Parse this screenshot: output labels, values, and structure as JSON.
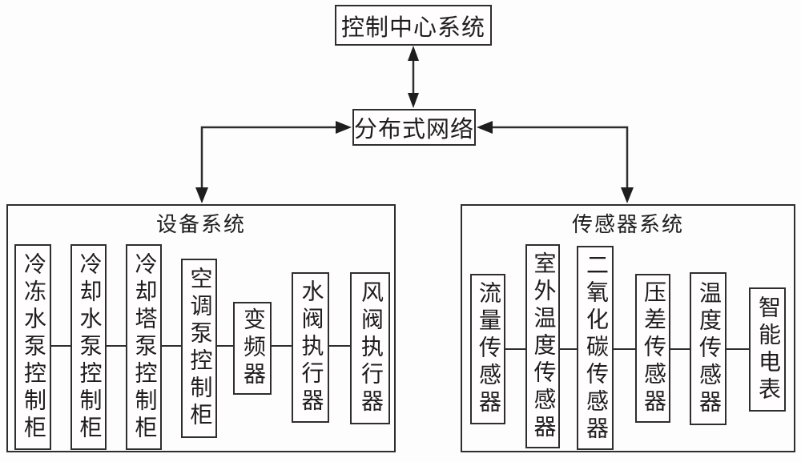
{
  "diagram": {
    "nodes": {
      "control_center": {
        "label": "控制中心系统"
      },
      "network": {
        "label": "分布式网络"
      }
    },
    "equipment_system": {
      "title": "设备系统",
      "items": [
        {
          "label": "冷冻水泵控制柜"
        },
        {
          "label": "冷却水泵控制柜"
        },
        {
          "label": "冷却塔泵控制柜"
        },
        {
          "label": "空调泵控制柜"
        },
        {
          "label": "变频器"
        },
        {
          "label": "水阀执行器"
        },
        {
          "label": "风阀执行器"
        }
      ]
    },
    "sensor_system": {
      "title": "传感器系统",
      "items": [
        {
          "label": "流量传感器"
        },
        {
          "label": "室外温度传感器"
        },
        {
          "label": "二氧化碳传感器"
        },
        {
          "label": "压差传感器"
        },
        {
          "label": "温度传感器"
        },
        {
          "label": "智能电表"
        }
      ]
    },
    "connections": [
      {
        "from": "控制中心系统",
        "to": "分布式网络",
        "type": "bidirectional"
      },
      {
        "from": "分布式网络",
        "to": "设备系统",
        "type": "bidirectional-elbow"
      },
      {
        "from": "分布式网络",
        "to": "传感器系统",
        "type": "bidirectional-elbow"
      }
    ],
    "colors": {
      "line": "#2e2e2e",
      "background": "#fdfdfd",
      "box_fill": "#fffdfd"
    }
  }
}
